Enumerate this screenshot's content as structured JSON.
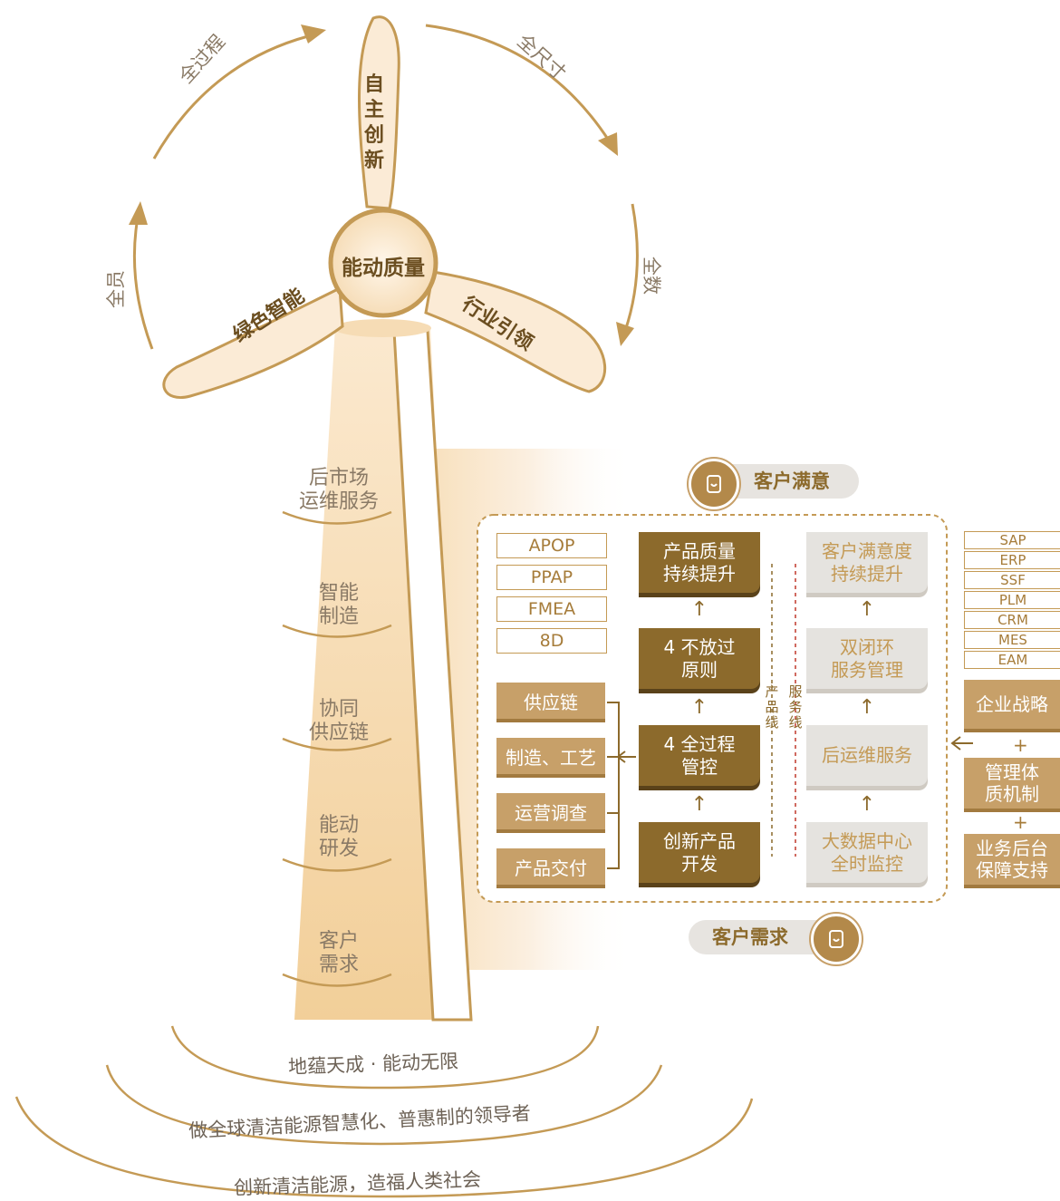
{
  "center_label": "能动质量",
  "blades": {
    "top": "自主创新",
    "left": "绿色智能",
    "right": "行业引领"
  },
  "cycle_labels": {
    "top_left": "全过程",
    "top_right": "全尺寸",
    "left": "全员",
    "right": "全数"
  },
  "tower_levels": [
    "后市场\n运维服务",
    "智能\n制造",
    "协同\n供应链",
    "能动\n研发",
    "客户\n需求"
  ],
  "base_slogans": [
    "地蕴天成 · 能动无限",
    "做全球清洁能源智慧化、普惠制的领导者",
    "创新清洁能源，造福人类社会"
  ],
  "top_badge": "客户满意",
  "bottom_badge": "客户需求",
  "tools": [
    "APOP",
    "PPAP",
    "FMEA",
    "8D"
  ],
  "supply_items": [
    "供应链",
    "制造、工艺",
    "运营调查",
    "产品交付"
  ],
  "product_line": [
    "产品质量\n持续提升",
    "4 不放过\n原则",
    "4 全过程\n管控",
    "创新产品\n开发"
  ],
  "service_line": [
    "客户满意度\n持续提升",
    "双闭环\n服务管理",
    "后运维服务",
    "大数据中心\n全时监控"
  ],
  "line_labels": {
    "product": "产品线",
    "service": "服务线"
  },
  "systems": [
    "SAP",
    "ERP",
    "SSF",
    "PLM",
    "CRM",
    "MES",
    "EAM"
  ],
  "support": [
    "企业战略",
    "管理体\n质机制",
    "业务后台\n保障支持"
  ],
  "plus_sign": "+",
  "colors": {
    "gold": "#c49a55",
    "dark_brown": "#8c6a2c",
    "tan": "#c7a069",
    "light_gray": "#e5e3df"
  }
}
